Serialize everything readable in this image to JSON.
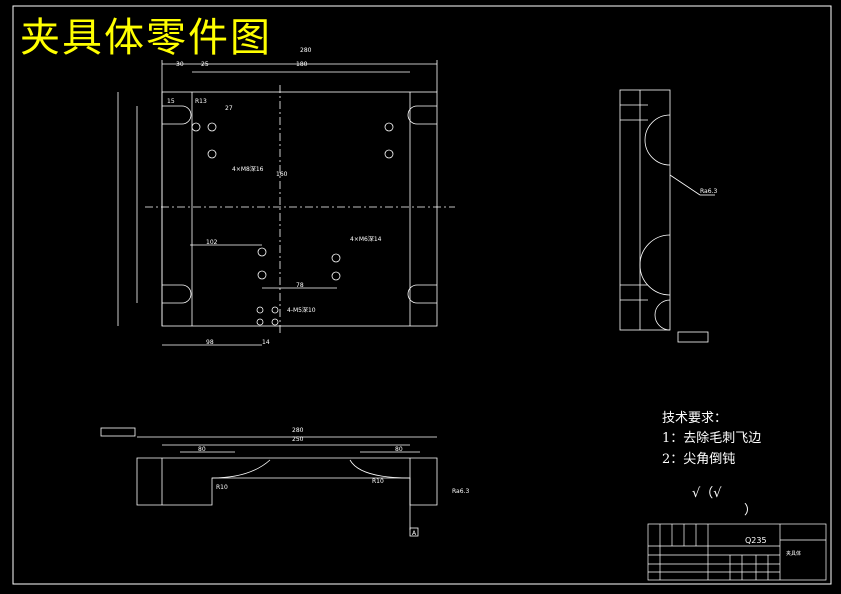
{
  "title": "夹具体零件图",
  "tech_req": {
    "heading": "技术要求：",
    "item1": "1：去除毛刺飞边",
    "item2": "2：尖角倒钝"
  },
  "roughness_note": "√（√",
  "roughness_close": "）",
  "dims": {
    "d30": "30",
    "d25": "25",
    "d280": "280",
    "d180": "180",
    "d15": "15",
    "r13": "R13",
    "d102": "102",
    "d78": "78",
    "d98": "98",
    "d14": "14",
    "d160": "160",
    "d27": "27",
    "d250": "250",
    "d80a": "80",
    "d80b": "80",
    "r10a": "R10",
    "r10b": "R10",
    "hole1": "4×M8深16",
    "hole2": "4×M6深14",
    "hole3": "4-M5深10",
    "ra1": "Ra6.3",
    "ra2": "Ra6.3"
  },
  "section_label": "A",
  "material": "Q235",
  "title_block": {
    "part_name": "夹具体"
  },
  "colors": {
    "title": "#ffff00",
    "lines": "#ffffff",
    "background": "#000000"
  }
}
